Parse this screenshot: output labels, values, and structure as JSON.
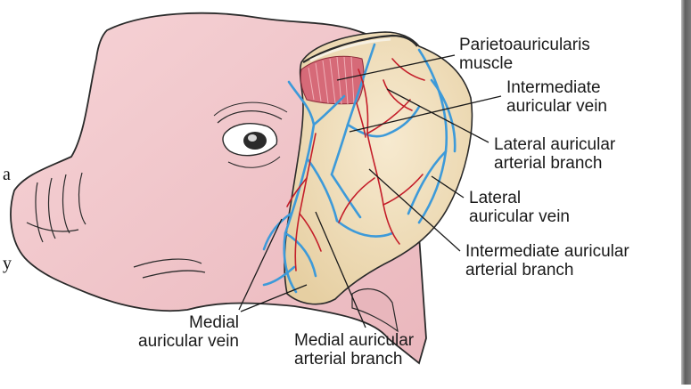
{
  "labels": {
    "parietoauricularis_line1": "Parietoauricularis",
    "parietoauricularis_line2": "muscle",
    "intermediate_vein_line1": "Intermediate",
    "intermediate_vein_line2": "auricular vein",
    "lateral_artery_line1": "Lateral auricular",
    "lateral_artery_line2": "arterial branch",
    "lateral_vein_line1": "Lateral",
    "lateral_vein_line2": "auricular vein",
    "intermediate_artery_line1": "Intermediate auricular",
    "intermediate_artery_line2": "arterial branch",
    "medial_vein_line1": "Medial",
    "medial_vein_line2": "auricular vein",
    "medial_artery_line1": "Medial auricular",
    "medial_artery_line2": "arterial branch"
  },
  "page_fragments": {
    "left_a": "a",
    "left_y": "y"
  },
  "colors": {
    "skin": "#f2c8cc",
    "skin_outline": "#2a2a2a",
    "ear_fill": "#ecd9b4",
    "muscle": "#d66a78",
    "vein": "#3d9ad9",
    "artery": "#c41e2a",
    "leader": "#1a1a1a"
  }
}
